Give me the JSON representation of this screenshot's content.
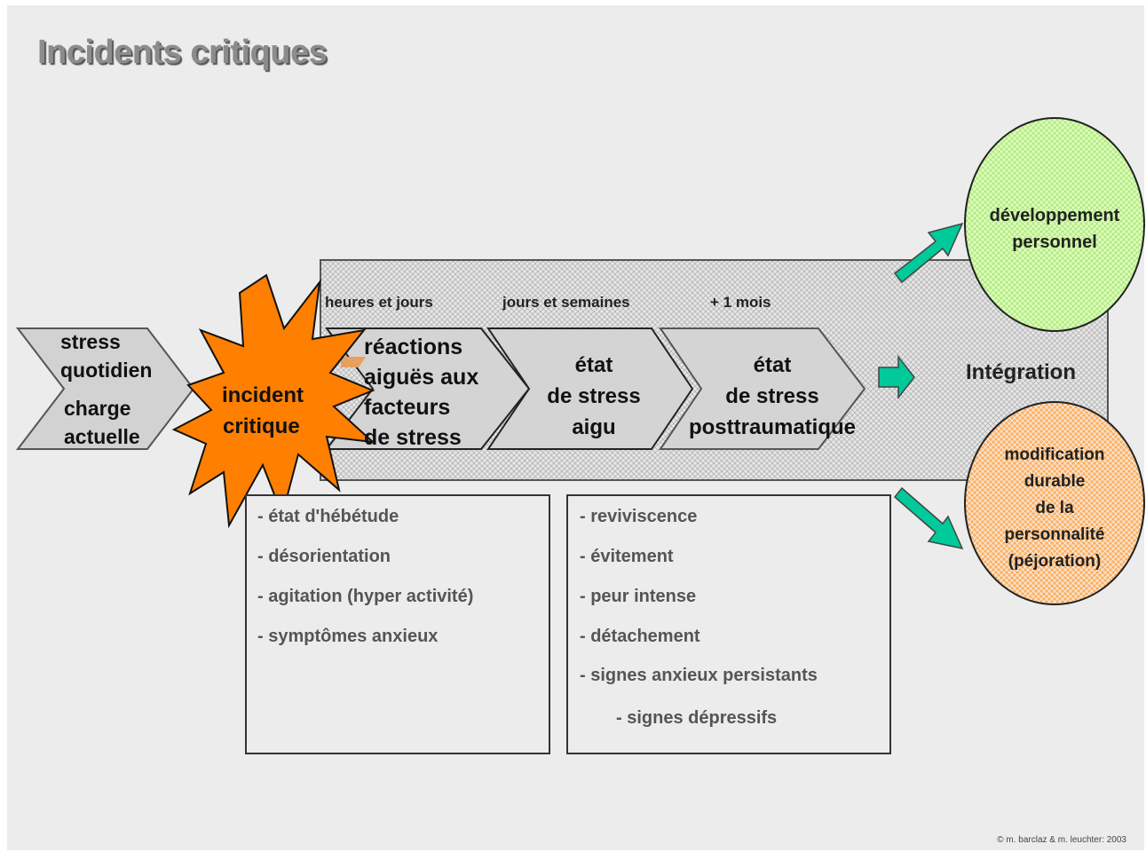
{
  "title": "Incidents critiques",
  "inputs": {
    "line1": "stress",
    "line2": "quotidien",
    "line3": "charge",
    "line4": "actuelle"
  },
  "incident": {
    "line1": "incident",
    "line2": "critique"
  },
  "timeline": [
    "heures et jours",
    "jours et semaines",
    "+ 1 mois"
  ],
  "phases": [
    {
      "lines": [
        "réactions",
        "aiguës aux",
        "facteurs",
        "de stress"
      ]
    },
    {
      "lines": [
        "état",
        "de stress",
        "aigu"
      ]
    },
    {
      "lines": [
        "état",
        "de stress",
        "posttraumatique"
      ]
    }
  ],
  "integration": "Intégration",
  "outcomes": {
    "positive": {
      "lines": [
        "développement",
        "personnel"
      ],
      "color": "#ccff99"
    },
    "negative": {
      "lines": [
        "modification",
        "durable",
        "de la",
        "personnalité",
        "(péjoration)"
      ],
      "color": "#ff9933"
    }
  },
  "symptoms_acute": [
    "-  état d'hébétude",
    "-  désorientation",
    "-  agitation (hyper activité)",
    "- symptômes anxieux"
  ],
  "symptoms_ptsd": [
    "- reviviscence",
    "- évitement",
    "- peur intense",
    "- détachement",
    "- signes anxieux persistants",
    "- signes dépressifs"
  ],
  "credit": "© m. barclaz  & m. leuchter: 2003",
  "colors": {
    "incident": "#ff7f00",
    "arrow": "#00c99a",
    "band": "#d4d4d4"
  }
}
